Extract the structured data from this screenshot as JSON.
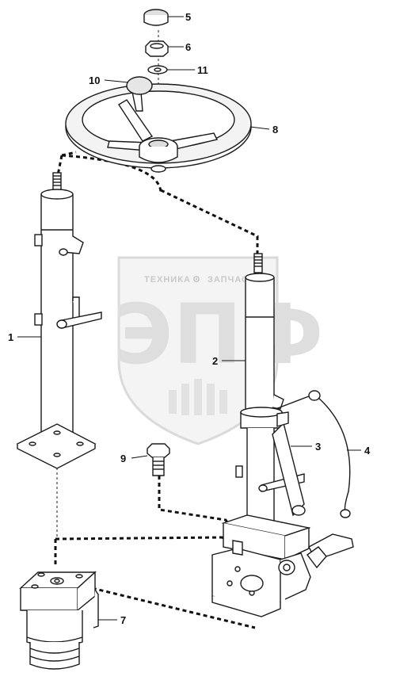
{
  "watermark": {
    "line_left": "ТЕХНИКА",
    "line_right": "ЗАПЧАСТИ",
    "big": "ЭПФ"
  },
  "callouts": {
    "c1": "1",
    "c2": "2",
    "c3": "3",
    "c4": "4",
    "c5": "5",
    "c6": "6",
    "c7": "7",
    "c8": "8",
    "c9": "9",
    "c10": "10",
    "c11": "11"
  },
  "colors": {
    "line": "#1a1a1a",
    "dash": "#111111",
    "watermark": "#dcdcdc"
  }
}
